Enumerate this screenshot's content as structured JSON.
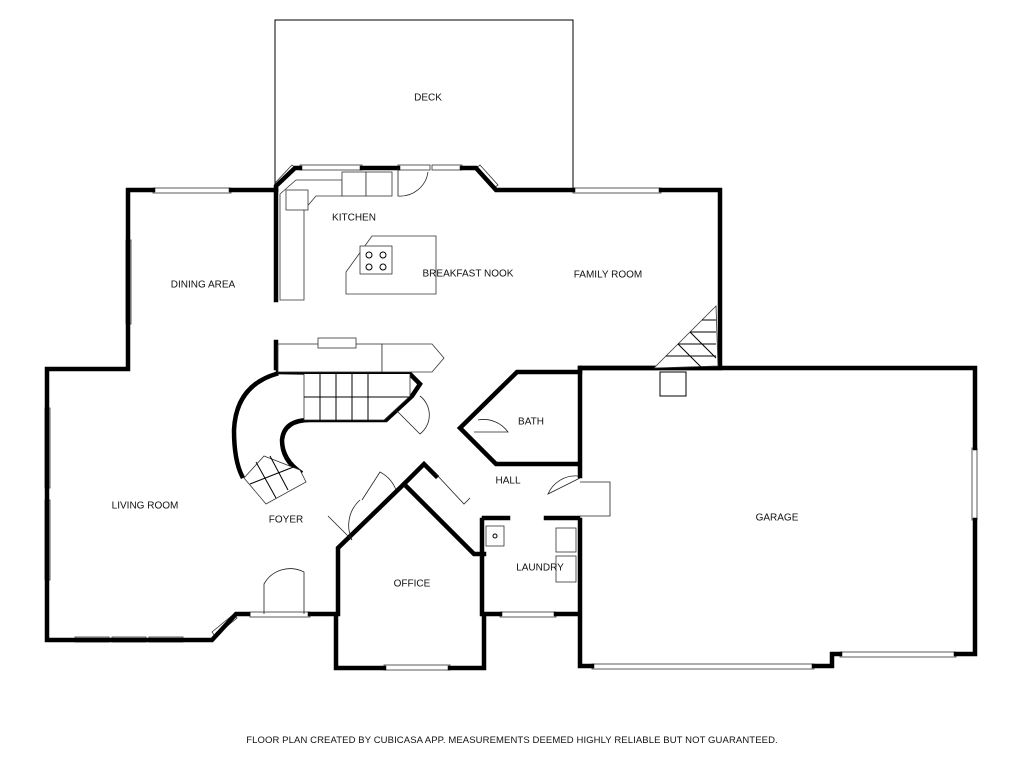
{
  "diagram": {
    "type": "floor-plan",
    "rooms": {
      "deck": "DECK",
      "kitchen": "KITCHEN",
      "breakfast_nook": "BREAKFAST NOOK",
      "family_room": "FAMILY ROOM",
      "dining_area": "DINING AREA",
      "bath": "BATH",
      "hall": "HALL",
      "living_room": "LIVING ROOM",
      "foyer": "FOYER",
      "garage": "GARAGE",
      "laundry": "LAUNDRY",
      "office": "OFFICE"
    },
    "footer": "FLOOR PLAN CREATED BY CUBICASA APP. MEASUREMENTS DEEMED HIGHLY RELIABLE BUT NOT GUARANTEED."
  }
}
